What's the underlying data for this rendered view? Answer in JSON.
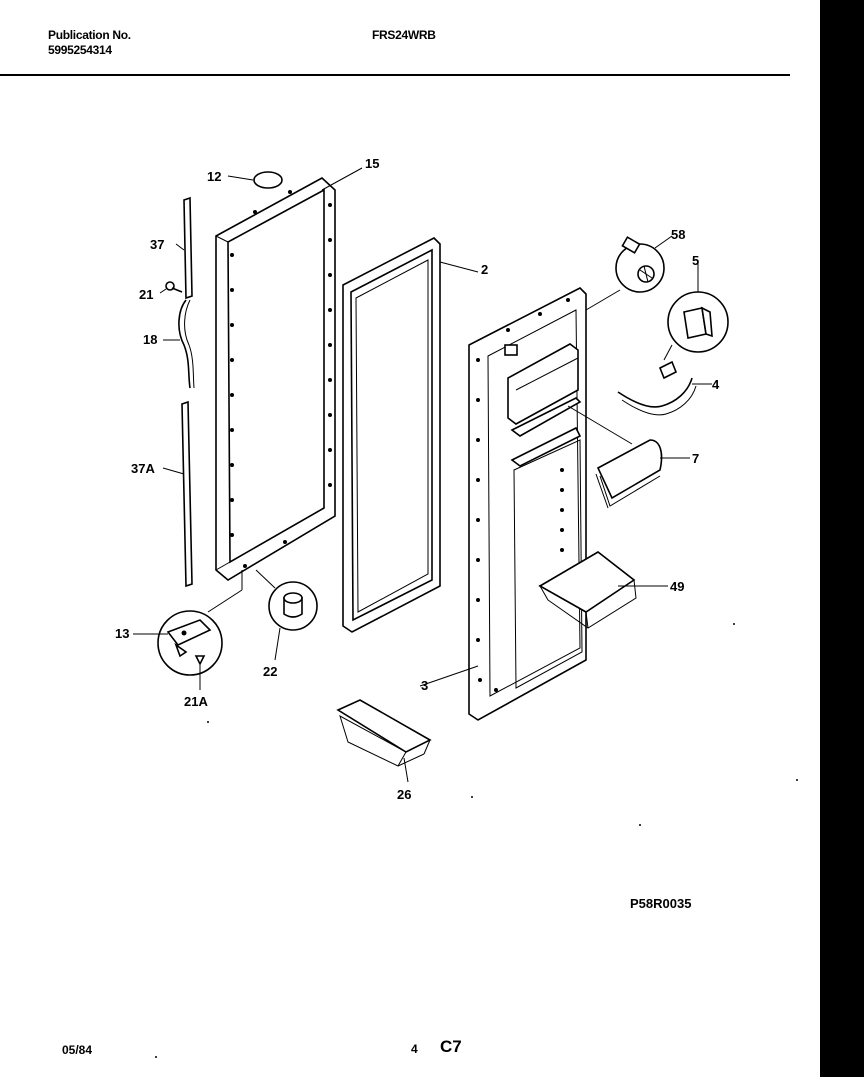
{
  "header": {
    "publication_label": "Publication No.",
    "publication_number": "5995254314",
    "model": "FRS24WRB"
  },
  "drawing_id": "P58R0035",
  "callouts": {
    "c12": "12",
    "c15": "15",
    "c37": "37",
    "c21": "21",
    "c18": "18",
    "c37a": "37A",
    "c2": "2",
    "c58": "58",
    "c5": "5",
    "c4": "4",
    "c7": "7",
    "c49": "49",
    "c13": "13",
    "c22": "22",
    "c21a": "21A",
    "c3": "3",
    "c26": "26"
  },
  "footer": {
    "date": "05/84",
    "page": "4",
    "section": "C7"
  }
}
